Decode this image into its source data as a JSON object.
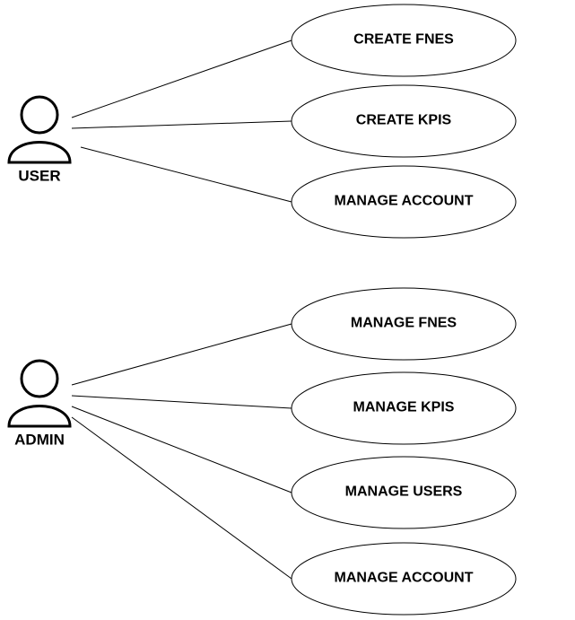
{
  "actors": [
    {
      "id": "user",
      "label": "USER",
      "use_cases": [
        "CREATE FNES",
        "CREATE KPIS",
        "MANAGE ACCOUNT"
      ]
    },
    {
      "id": "admin",
      "label": "ADMIN",
      "use_cases": [
        "MANAGE FNES",
        "MANAGE KPIS",
        "MANAGE USERS",
        "MANAGE ACCOUNT"
      ]
    }
  ]
}
